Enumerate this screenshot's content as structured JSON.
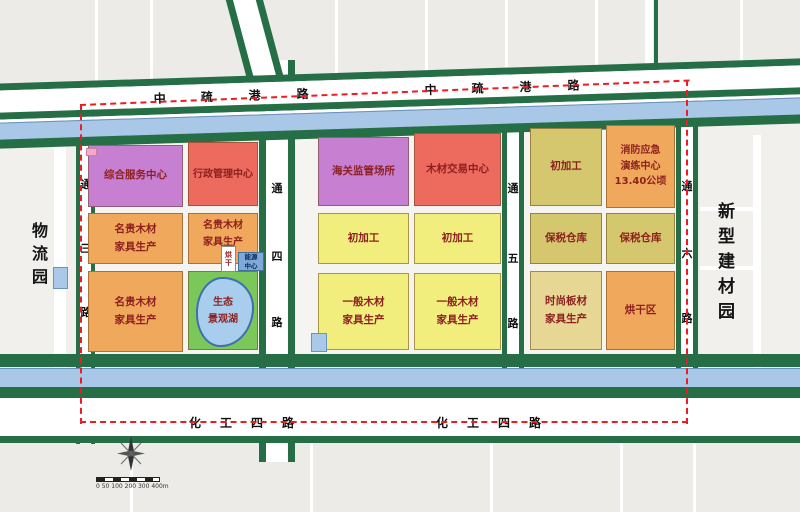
{
  "colors": {
    "greenbelt": "#256e46",
    "canal": "#a9c7e6",
    "water": "#a9cdec",
    "boundary_red": "#ee1b24",
    "label_red": "#8d1f1f",
    "purple": "#c77fd2",
    "red": "#ec6a5e",
    "orange": "#f0a95c",
    "yellow": "#f1ee7e",
    "khaki": "#d4c76e",
    "tan": "#e7d795",
    "lake_green": "#7cc75a"
  },
  "side_labels": {
    "left": "物流园",
    "right": "新型建材园"
  },
  "roads": {
    "top": {
      "name": "中疏港路",
      "chars": [
        "中",
        "疏",
        "港",
        "路"
      ]
    },
    "bottom": {
      "name": "化工四路",
      "chars": [
        "化",
        "工",
        "四",
        "路"
      ]
    },
    "v1": {
      "name": "通三路",
      "chars": [
        "通",
        "三",
        "路"
      ]
    },
    "v2": {
      "name": "通四路",
      "chars": [
        "通",
        "四",
        "路"
      ]
    },
    "v3": {
      "name": "通五路",
      "chars": [
        "通",
        "五",
        "路"
      ]
    },
    "v4": {
      "name": "通六路",
      "chars": [
        "通",
        "六",
        "路"
      ]
    }
  },
  "blocks": [
    {
      "name": "comprehensive-service-center",
      "lines": [
        "综合服务中心"
      ],
      "color": "#c77fd2"
    },
    {
      "name": "administration-center",
      "lines": [
        "行政管理中心"
      ],
      "color": "#ec6a5e"
    },
    {
      "name": "customs-supervision",
      "lines": [
        "海关监管场所"
      ],
      "color": "#c77fd2"
    },
    {
      "name": "timber-trading-center",
      "lines": [
        "木材交易中心"
      ],
      "color": "#ec6a5e"
    },
    {
      "name": "primary-processing-1",
      "lines": [
        "初加工"
      ],
      "color": "#d4c76e"
    },
    {
      "name": "fire-drill-center",
      "lines": [
        "消防应急",
        "演练中心",
        "13.40公顷"
      ],
      "color": "#f0a95c"
    },
    {
      "name": "precious-wood-furniture-1",
      "lines": [
        "名贵木材",
        "家具生产"
      ],
      "color": "#f0a95c"
    },
    {
      "name": "precious-wood-furniture-2",
      "lines": [
        "名贵木材",
        "家具生产"
      ],
      "color": "#f0a95c"
    },
    {
      "name": "primary-processing-2",
      "lines": [
        "初加工"
      ],
      "color": "#f1ee7e"
    },
    {
      "name": "primary-processing-3",
      "lines": [
        "初加工"
      ],
      "color": "#f1ee7e"
    },
    {
      "name": "bonded-warehouse-1",
      "lines": [
        "保税仓库"
      ],
      "color": "#d4c76e"
    },
    {
      "name": "bonded-warehouse-2",
      "lines": [
        "保税仓库"
      ],
      "color": "#d4c76e"
    },
    {
      "name": "precious-wood-furniture-3",
      "lines": [
        "名贵木材",
        "家具生产"
      ],
      "color": "#f0a95c"
    },
    {
      "name": "eco-landscape-lake",
      "lines": [
        "生态",
        "景观湖"
      ],
      "color": "#7cc75a"
    },
    {
      "name": "general-wood-furniture-1",
      "lines": [
        "一般木材",
        "家具生产"
      ],
      "color": "#f1ee7e"
    },
    {
      "name": "general-wood-furniture-2",
      "lines": [
        "一般木材",
        "家具生产"
      ],
      "color": "#f1ee7e"
    },
    {
      "name": "fashion-board-furniture",
      "lines": [
        "时尚板材",
        "家具生产"
      ],
      "color": "#e7d795"
    },
    {
      "name": "drying-area",
      "lines": [
        "烘干区"
      ],
      "color": "#f0a95c"
    }
  ],
  "annotations": {
    "drying_small": "烘干",
    "energy_center": [
      "能源",
      "中心"
    ],
    "scale_text": "0 50 100 200 300 400m"
  },
  "icons": {
    "compass": "compass-north-star"
  }
}
